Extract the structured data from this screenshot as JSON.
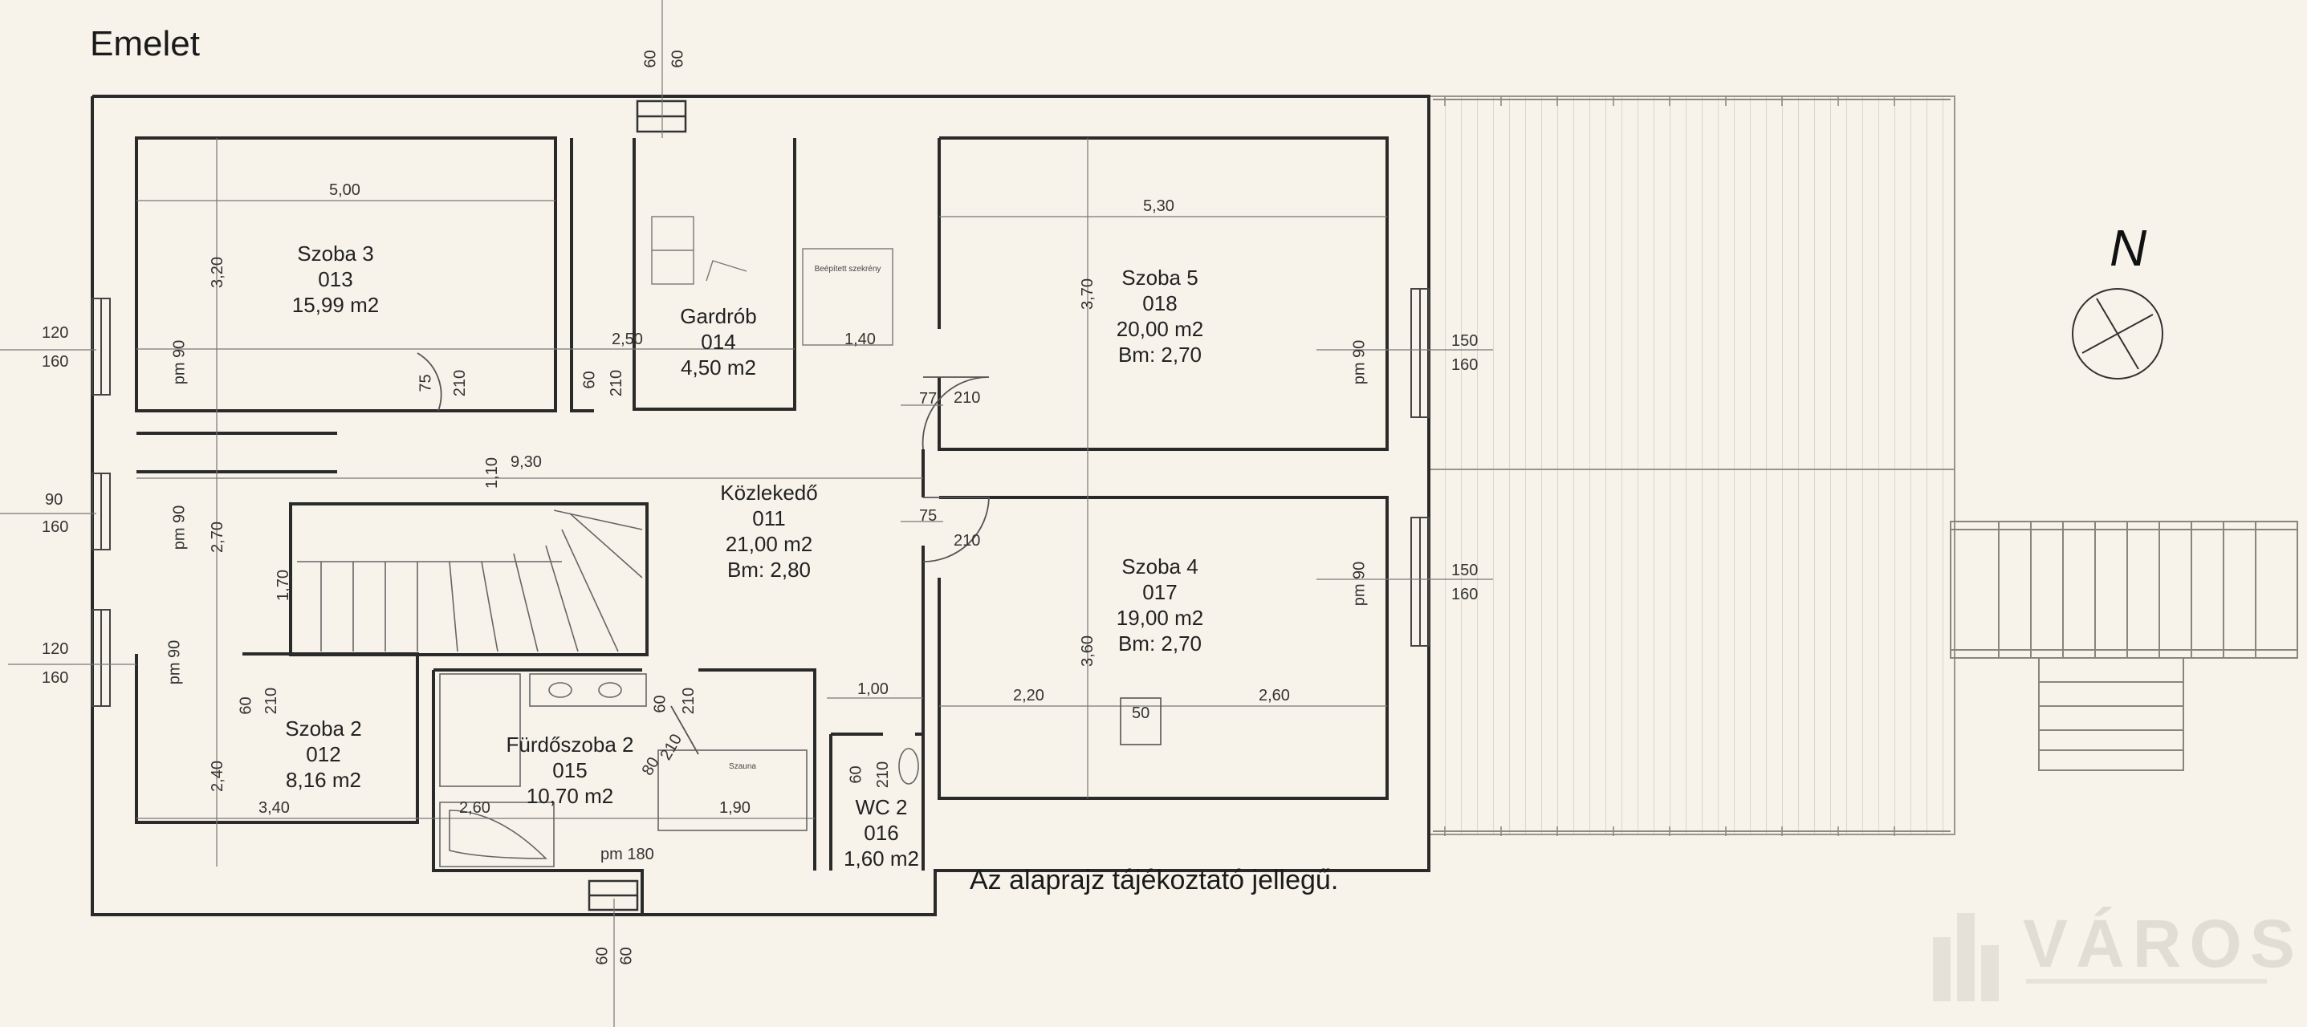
{
  "title": "Emelet",
  "note": "Az alaprajz tájékoztató jellegű.",
  "north": "N",
  "logo": {
    "word": "VÁROSI"
  },
  "rooms": {
    "szoba3": {
      "name": "Szoba 3",
      "code": "013",
      "area": "15,99 m2"
    },
    "gardrob": {
      "name": "Gardrób",
      "code": "014",
      "area": "4,50 m2"
    },
    "szoba5": {
      "name": "Szoba 5",
      "code": "018",
      "area": "20,00 m2",
      "height": "Bm: 2,70"
    },
    "kozlekedo": {
      "name": "Közlekedő",
      "code": "011",
      "area": "21,00 m2",
      "height": "Bm: 2,80"
    },
    "szoba4": {
      "name": "Szoba 4",
      "code": "017",
      "area": "19,00 m2",
      "height": "Bm: 2,70"
    },
    "szoba2": {
      "name": "Szoba 2",
      "code": "012",
      "area": "8,16 m2"
    },
    "furdo": {
      "name": "Fürdőszoba 2",
      "code": "015",
      "area": "10,70 m2"
    },
    "wc": {
      "name": "WC 2",
      "code": "016",
      "area": "1,60 m2"
    }
  },
  "small_labels": {
    "beepitett": "Beépített szekrény",
    "szauna": "Szauna",
    "box": "50"
  },
  "dims": {
    "d500": "5,00",
    "d530": "5,30",
    "d250": "2,50",
    "d140": "1,40",
    "d930": "9,30",
    "d320": "3,20",
    "d370": "3,70",
    "d110": "1,10",
    "d270": "2,70",
    "d170": "1,70",
    "d360": "3,60",
    "d240": "2,40",
    "d340": "3,40",
    "d260a": "2,60",
    "d190": "1,90",
    "d100": "1,00",
    "d220": "2,20",
    "d260b": "2,60",
    "w120a": "120",
    "w160a": "160",
    "w90": "90",
    "w160b": "160",
    "w120b": "120",
    "w160c": "160",
    "w150a": "150",
    "w160d": "160",
    "w150b": "150",
    "w160e": "160",
    "pm90": "pm 90",
    "pm180": "pm 180",
    "d77": "77",
    "d210": "210",
    "d75": "75",
    "d60": "60",
    "d80": "80"
  },
  "chimneys": {
    "top": [
      "60",
      "60"
    ],
    "bottom": [
      "60",
      "60"
    ]
  }
}
